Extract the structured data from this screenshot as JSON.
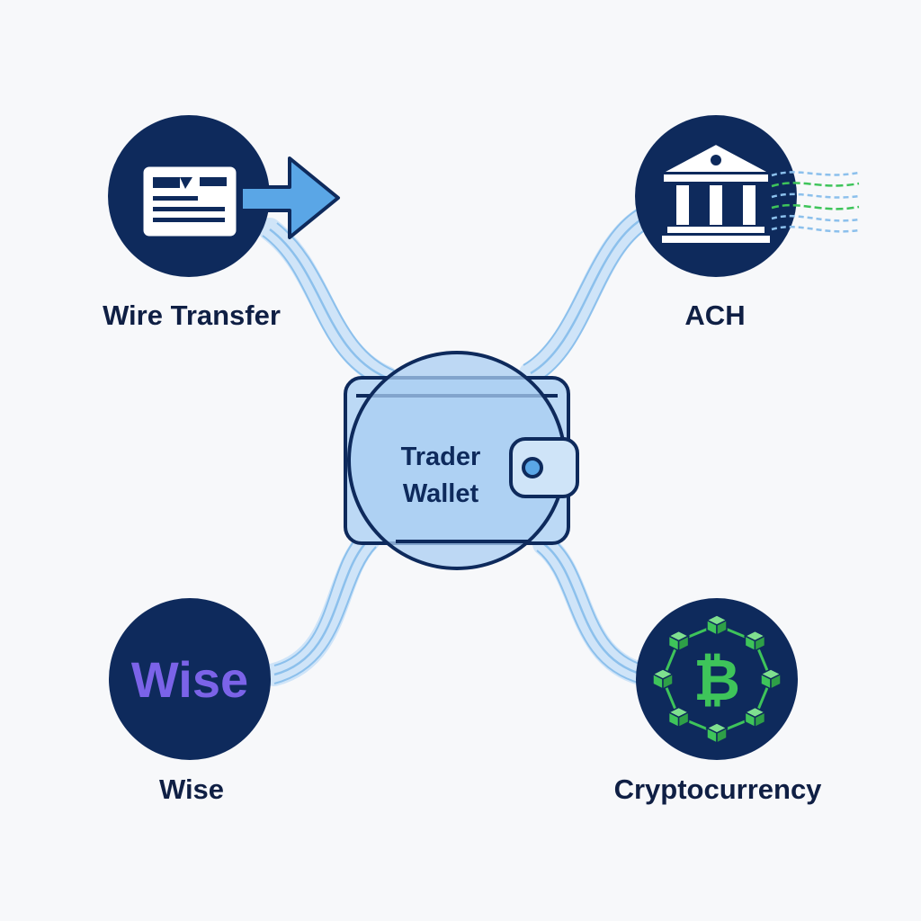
{
  "hub": {
    "label_line1": "Trader",
    "label_line2": "Wallet"
  },
  "nodes": {
    "wire": {
      "label": "Wire Transfer"
    },
    "ach": {
      "label": "ACH"
    },
    "wise": {
      "label": "Wise",
      "logo_text": "Wise"
    },
    "crypto": {
      "label": "Cryptocurrency",
      "symbol": "₿"
    }
  },
  "colors": {
    "navy": "#0e2a5c",
    "hub_fill": "#bcd9f5",
    "connector": "#9fcbef",
    "arrow": "#5aa6e6",
    "wise_purple": "#7b63e8",
    "crypto_green": "#3ec45a",
    "label": "#0f1f44"
  }
}
